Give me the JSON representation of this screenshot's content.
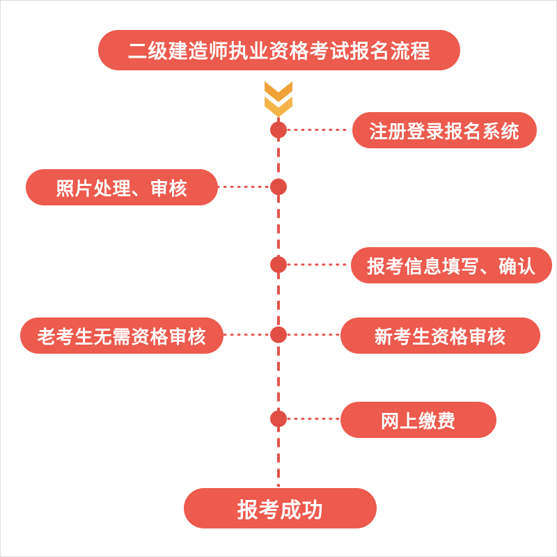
{
  "title": "二级建造师执业资格考试报名流程",
  "steps": [
    {
      "id": "register-login",
      "label": "注册登录报名系统",
      "side": "right"
    },
    {
      "id": "photo-review",
      "label": "照片处理、审核",
      "side": "left"
    },
    {
      "id": "info-confirm",
      "label": "报考信息填写、确认",
      "side": "right"
    },
    {
      "id": "old-candidate",
      "label": "老考生无需资格审核",
      "side": "left"
    },
    {
      "id": "new-candidate",
      "label": "新考生资格审核",
      "side": "right"
    },
    {
      "id": "online-payment",
      "label": "网上缴费",
      "side": "right"
    }
  ],
  "result": {
    "label": "报考成功"
  },
  "icons": {
    "flow_arrow": "double-chevron-down-icon"
  },
  "colors": {
    "pill": "#ed5a4e",
    "node_dot": "#e04e44",
    "flow_line": "#e4544a",
    "arrow_top": "#efa238",
    "arrow_bottom": "#f5b44a",
    "text": "#ffffff"
  }
}
